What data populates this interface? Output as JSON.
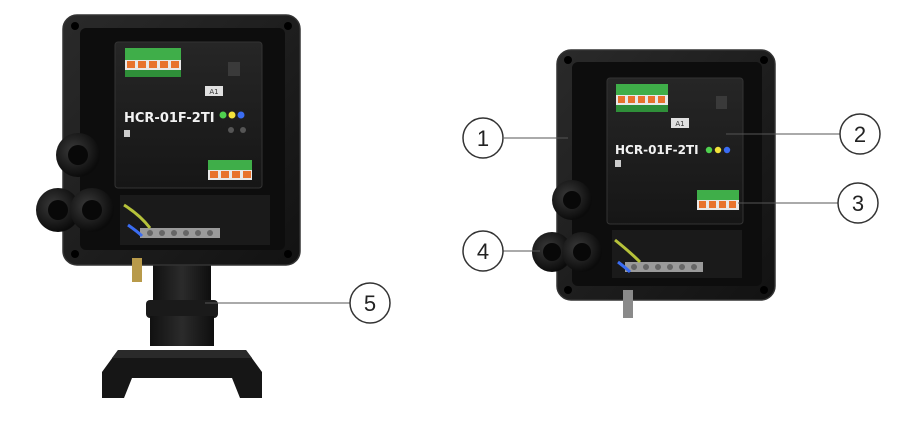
{
  "left_device": {
    "module_model": "HCR-01F-2TI",
    "module_position": "A1"
  },
  "right_device": {
    "module_model": "HCR-01F-2TI",
    "module_position": "A1"
  },
  "callouts": [
    {
      "id": "1",
      "label": "1"
    },
    {
      "id": "2",
      "label": "2"
    },
    {
      "id": "3",
      "label": "3"
    },
    {
      "id": "4",
      "label": "4"
    },
    {
      "id": "5",
      "label": "5"
    }
  ],
  "colors": {
    "enclosure": "#1c1c1c",
    "enclosure_edge": "#2e2e2e",
    "terminal_green": "#3fae49",
    "terminal_orange": "#e8722c",
    "brass": "#b89a4a",
    "led_green": "#4fd14f",
    "led_yellow": "#f2e23a",
    "led_blue": "#3a6cf2"
  }
}
